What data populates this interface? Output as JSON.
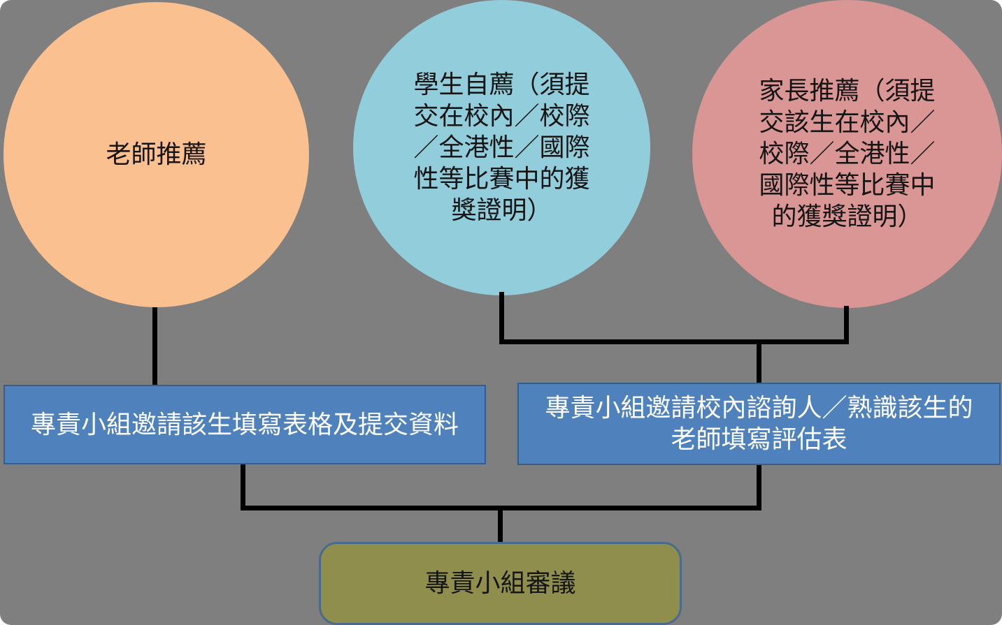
{
  "colors": {
    "background": "#7f7f7f",
    "connector": "#000000",
    "circle-teacher": "#fac090",
    "circle-student": "#92cddc",
    "circle-parent": "#d99694",
    "box-blue": "#4f81bd",
    "box-blue-border": "#385d8a",
    "box-olive": "#8f8e4d",
    "box-olive-border": "#486a8e",
    "text-dark": "#151515",
    "text-light": "#ffffff"
  },
  "nodes": {
    "teacher": {
      "label": "老師推薦"
    },
    "student": {
      "label": "學生自薦（須提\n交在校內／校際\n／全港性／國際\n性等比賽中的獲\n獎證明）"
    },
    "parent": {
      "label": "家長推薦（須提\n交該生在校內／\n校際／全港性／\n國際性等比賽中\n的獲獎證明）"
    },
    "invite_student": {
      "label": "專責小組邀請該生填寫表格及提交資料"
    },
    "invite_assessor": {
      "label": "專責小組邀請校內諮詢人／熟識該生的\n老師填寫評估表"
    },
    "review": {
      "label": "專責小組審議"
    }
  }
}
